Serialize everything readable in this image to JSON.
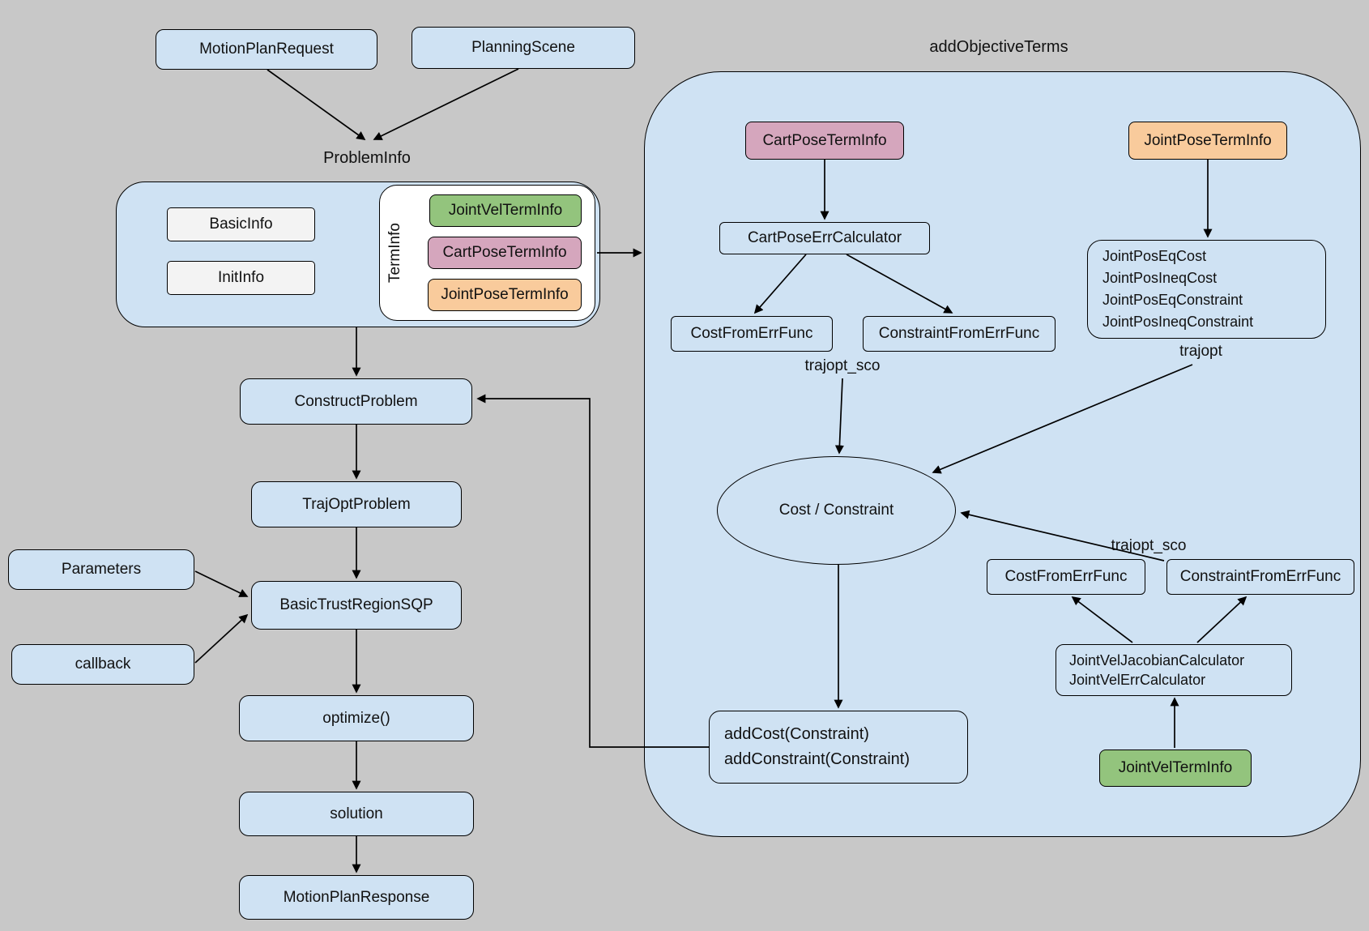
{
  "nodes": {
    "motion_plan_request": "MotionPlanRequest",
    "planning_scene": "PlanningScene",
    "problem_info_title": "ProblemInfo",
    "basic_info": "BasicInfo",
    "init_info": "InitInfo",
    "term_info": "TermInfo",
    "joint_vel_term_info_left": "JointVelTermInfo",
    "cart_pose_term_info_left": "CartPoseTermInfo",
    "joint_pose_term_info_left": "JointPoseTermInfo",
    "construct_problem": "ConstructProblem",
    "traj_opt_problem": "TrajOptProblem",
    "parameters": "Parameters",
    "callback": "callback",
    "basic_trust_region_sqp": "BasicTrustRegionSQP",
    "optimize": "optimize()",
    "solution": "solution",
    "motion_plan_response": "MotionPlanResponse",
    "add_objective_terms_title": "addObjectiveTerms",
    "cart_pose_term_info_right": "CartPoseTermInfo",
    "joint_pose_term_info_right": "JointPoseTermInfo",
    "cart_pose_err_calculator": "CartPoseErrCalculator",
    "cost_from_err_func_1": "CostFromErrFunc",
    "constraint_from_err_func_1": "ConstraintFromErrFunc",
    "trajopt_sco_1": "trajopt_sco",
    "joint_pos_lines": [
      "JointPosEqCost",
      "JointPosIneqCost",
      "JointPosEqConstraint",
      "JointPosIneqConstraint"
    ],
    "trajopt_label": "trajopt",
    "cost_constraint": "Cost / Constraint",
    "trajopt_sco_2": "trajopt_sco",
    "cost_from_err_func_2": "CostFromErrFunc",
    "constraint_from_err_func_2": "ConstraintFromErrFunc",
    "joint_vel_calc_lines": [
      "JointVelJacobianCalculator",
      "JointVelErrCalculator"
    ],
    "joint_vel_term_info_right": "JointVelTermInfo",
    "add_cost_lines": [
      "addCost(Constraint)",
      "addConstraint(Constraint)"
    ]
  },
  "colors": {
    "background": "#c8c8c8",
    "node_blue": "#cfe2f3",
    "node_green": "#93c47d",
    "node_pink": "#d5a6bd",
    "node_orange": "#f9cb9c",
    "node_white": "#f3f3f3",
    "border": "#000000"
  }
}
